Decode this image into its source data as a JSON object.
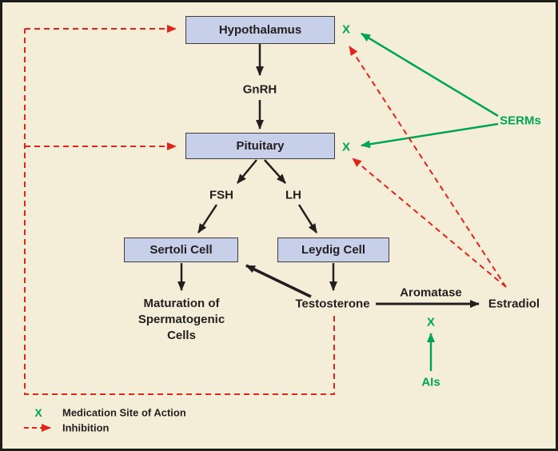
{
  "diagram": {
    "title_context": "Hypothalamic-Pituitary-Gonadal axis with medication sites of action",
    "nodes": {
      "hypothalamus": "Hypothalamus",
      "pituitary": "Pituitary",
      "sertoli": "Sertoli Cell",
      "leydig": "Leydig Cell"
    },
    "labels": {
      "gnrh": "GnRH",
      "fsh": "FSH",
      "lh": "LH",
      "maturation_line1": "Maturation of",
      "maturation_line2": "Spermatogenic",
      "maturation_line3": "Cells",
      "testosterone": "Testosterone",
      "aromatase": "Aromatase",
      "estradiol": "Estradiol",
      "serms": "SERMs",
      "ais": "AIs",
      "x_mark": "X"
    },
    "legend": {
      "x_symbol": "X",
      "medication_label": "Medication Site of Action",
      "inhibition_label": "Inhibition"
    },
    "colors": {
      "background": "#f4eed9",
      "node_fill": "#c7cfe9",
      "node_border": "#3d3d3d",
      "arrow_black": "#231f20",
      "medication_green": "#00a551",
      "inhibition_red": "#e1251b"
    },
    "edges": [
      {
        "from": "Hypothalamus",
        "to": "GnRH",
        "type": "stimulation"
      },
      {
        "from": "GnRH",
        "to": "Pituitary",
        "type": "stimulation"
      },
      {
        "from": "Pituitary",
        "to": "FSH",
        "type": "stimulation"
      },
      {
        "from": "Pituitary",
        "to": "LH",
        "type": "stimulation"
      },
      {
        "from": "FSH",
        "to": "Sertoli Cell",
        "type": "stimulation"
      },
      {
        "from": "LH",
        "to": "Leydig Cell",
        "type": "stimulation"
      },
      {
        "from": "Sertoli Cell",
        "to": "Maturation of Spermatogenic Cells",
        "type": "stimulation"
      },
      {
        "from": "Leydig Cell",
        "to": "Testosterone",
        "type": "stimulation"
      },
      {
        "from": "Testosterone",
        "to": "Sertoli Cell",
        "type": "stimulation"
      },
      {
        "from": "Testosterone",
        "to": "Estradiol",
        "via": "Aromatase",
        "type": "conversion"
      },
      {
        "from": "SERMs",
        "to": "Hypothalamus",
        "type": "medication-site"
      },
      {
        "from": "SERMs",
        "to": "Pituitary",
        "type": "medication-site"
      },
      {
        "from": "AIs",
        "to": "Aromatase",
        "type": "medication-site"
      },
      {
        "from": "Estradiol",
        "to": "Hypothalamus",
        "type": "inhibition"
      },
      {
        "from": "Estradiol",
        "to": "Pituitary",
        "type": "inhibition"
      },
      {
        "from": "Testosterone",
        "to": "Hypothalamus",
        "type": "inhibition"
      },
      {
        "from": "Testosterone",
        "to": "Pituitary",
        "type": "inhibition"
      }
    ]
  }
}
